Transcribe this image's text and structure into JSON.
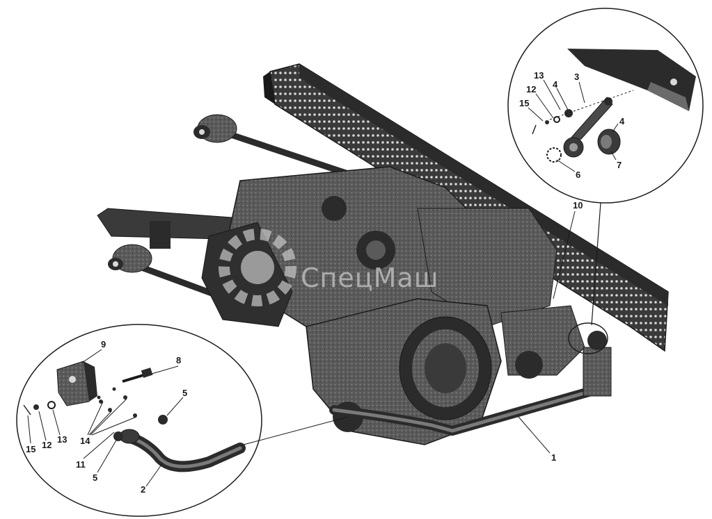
{
  "watermark": {
    "text": "СпецМаш"
  },
  "callouts": {
    "main": {
      "n1": "1",
      "n10": "10"
    },
    "top_inset": {
      "n13": "13",
      "n12": "12",
      "n4a": "4",
      "n3": "3",
      "n15": "15",
      "n4b": "4",
      "n7": "7",
      "n6": "6"
    },
    "bottom_inset": {
      "n9": "9",
      "n8": "8",
      "n5a": "5",
      "n15": "15",
      "n12": "12",
      "n13": "13",
      "n14": "14",
      "n11": "11",
      "n5b": "5",
      "n2": "2"
    }
  },
  "colors": {
    "ink": "#1a1a1a",
    "metal": "#5c5c5c",
    "shadow": "#2b2b2b",
    "watermark": "#c8c8c8"
  }
}
